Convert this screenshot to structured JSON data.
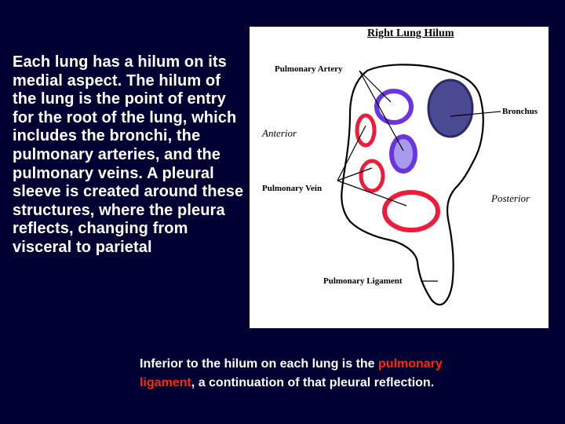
{
  "slide": {
    "body_text": "Each lung has a hilum on its medial aspect. The hilum of the lung is the point of entry for the root of the lung, which includes the bronchi, the pulmonary arteries, and the pulmonary veins. A pleural sleeve is created around these structures, where the pleura reflects, changing from visceral to parietal",
    "caption": {
      "part1": "Inferior to the hilum on each lung is the ",
      "highlight1": "pulmonary",
      "part2": " ",
      "highlight2": "ligament",
      "part3": ", a continuation of that pleural reflection."
    },
    "highlight_color": "#ff2a00",
    "background_color": "#000033"
  },
  "figure": {
    "title": "Right Lung Hilum",
    "labels": {
      "pulmonary_artery": "Pulmonary Artery",
      "bronchus": "Bronchus",
      "anterior": "Anterior",
      "pulmonary_vein": "Pulmonary Vein",
      "posterior": "Posterior",
      "pulmonary_ligament": "Pulmonary Ligament"
    },
    "colors": {
      "artery": "#6a35e0",
      "artery_fill": "#a89bec",
      "vein": "#ee1c3a",
      "bronchus": "#3b3b8a",
      "bronchus_fill": "#4a4a92"
    }
  }
}
